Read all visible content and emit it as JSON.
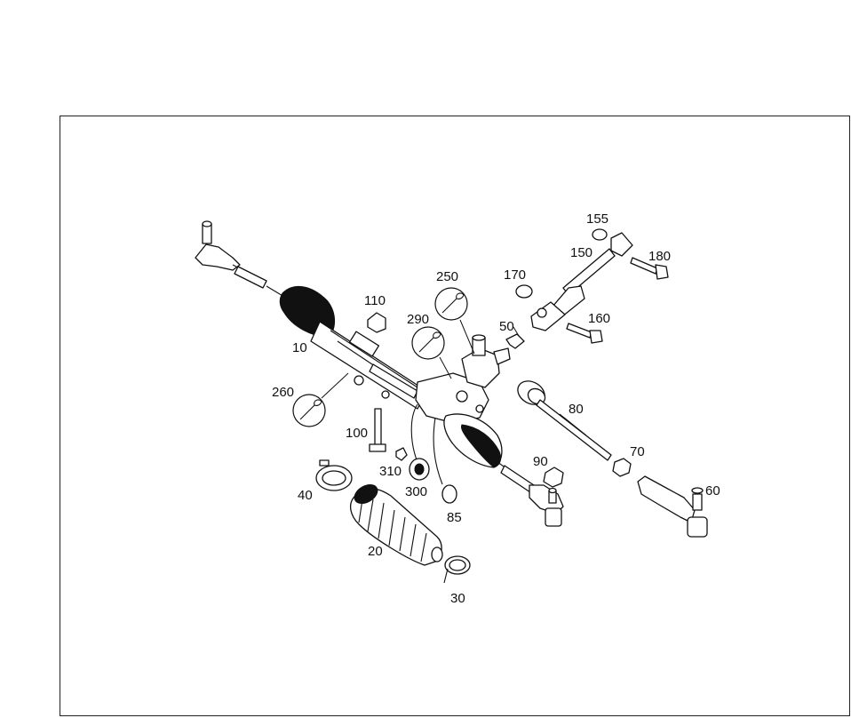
{
  "callouts": {
    "c10": "10",
    "c20": "20",
    "c30": "30",
    "c40": "40",
    "c50": "50",
    "c60": "60",
    "c70": "70",
    "c80": "80",
    "c85": "85",
    "c90": "90",
    "c100": "100",
    "c110": "110",
    "c150": "150",
    "c155": "155",
    "c160": "160",
    "c170": "170",
    "c180": "180",
    "c250": "250",
    "c260": "260",
    "c290": "290",
    "c300": "300",
    "c310": "310"
  },
  "icons": [
    "wrench-icon"
  ],
  "colors": {
    "line": "#111111",
    "background": "#ffffff"
  }
}
